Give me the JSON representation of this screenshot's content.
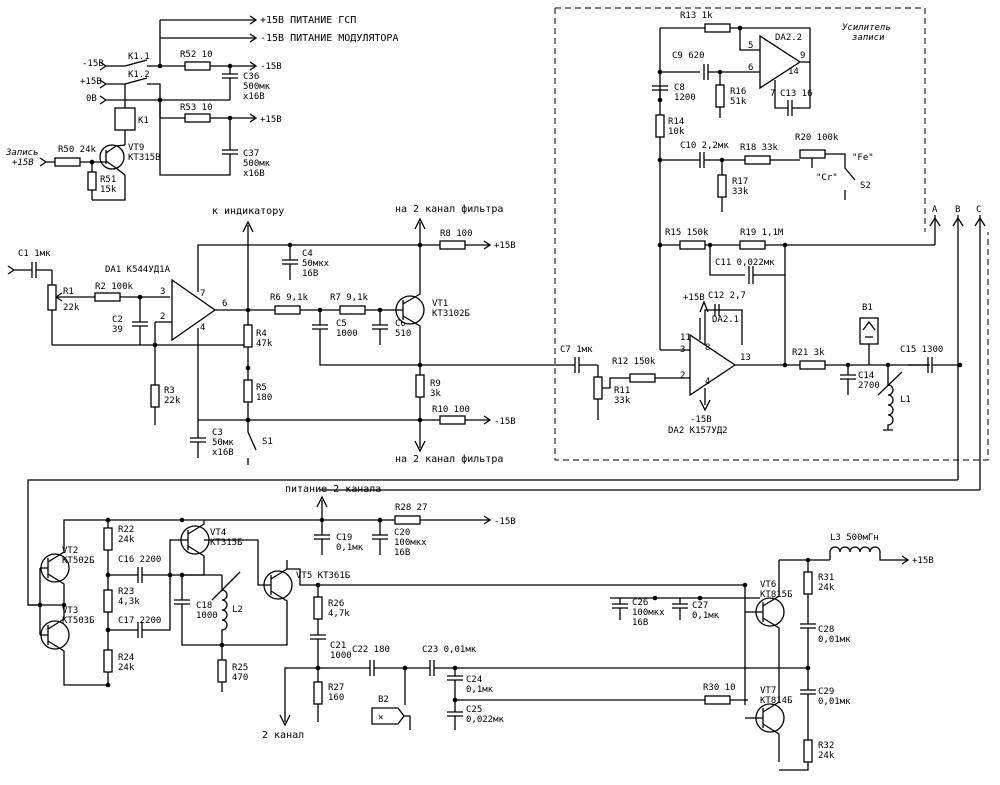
{
  "power": {
    "gsp": "+15В ПИТАНИЕ ГСП",
    "mod": "-15В ПИТАНИЕ МОДУЛЯТОРА",
    "m15a": "-15В",
    "p15a": "+15В",
    "zero": "0В",
    "m15out": "-15В",
    "p15out": "+15В",
    "zap1": "Запись",
    "zap2": "+15В"
  },
  "relay": {
    "k11": "К1.1",
    "k12": "К1.2",
    "k1": "К1"
  },
  "parts": {
    "R52": "R52 10",
    "R53": "R53 10",
    "C36": "С36",
    "C36v": "500мк",
    "C36u": "х16В",
    "C37": "С37",
    "C37v": "500мк",
    "C37u": "х16В",
    "R50": "R50 24k",
    "R51": "R51",
    "R51v": "15k",
    "VT9": "VT9",
    "VT9t": "КТ315В",
    "C1": "С1 1мк",
    "R1": "R1",
    "R1v": "22k",
    "R2": "R2 100k",
    "C2": "С2",
    "C2v": "39",
    "DA1": "DA1 К544УД1А",
    "R3": "R3",
    "R3v": "22k",
    "C3": "С3",
    "C3v": "50мк",
    "C3u": "х16В",
    "S1": "S1",
    "R4": "R4",
    "R4v": "47k",
    "R5": "R5",
    "R5v": "180",
    "R6": "R6 9,1k",
    "R7": "R7 9,1k",
    "C5": "С5",
    "C5v": "1000",
    "C6": "С6",
    "C6v": "510",
    "C4": "С4",
    "C4v": "50мкх",
    "C4u": "16В",
    "VT1": "VT1",
    "VT1t": "КТ3102Б",
    "R8": "R8 100",
    "R9": "R9",
    "R9v": "3k",
    "R10": "R10 100",
    "C7": "С7 1мк",
    "R12": "R12 150k",
    "R11": "R11",
    "R11v": "33k",
    "C12": "С12 2,7",
    "DA21": "DA2.1",
    "DA2": "DA2 К157УД2",
    "R15": "R15 150k",
    "R19": "R19 1,1М",
    "C11": "С11 0,022мк",
    "R21": "R21 3k",
    "C14": "С14",
    "C14v": "2700",
    "C15": "С15 1300",
    "B1": "В1",
    "L1": "L1",
    "R13": "R13 1k",
    "C9": "С9 620",
    "C8": "С8",
    "C8v": "1200",
    "R16": "R16",
    "R16v": "51k",
    "C13": "С13 16",
    "R14": "R14",
    "R14v": "10k",
    "C10": "С10 2,2мк",
    "R18": "R18 33k",
    "R20": "R20 100k",
    "R17": "R17",
    "R17v": "33k",
    "S2": "S2",
    "cr": "\"Cr\"",
    "fe": "\"Fe\"",
    "DA22": "DA2.2",
    "amp1": "Усилитель",
    "amp2": "записи",
    "VT2": "VT2",
    "VT2t": "КТ502Б",
    "VT3": "VT3",
    "VT3t": "КТ503Б",
    "R22": "R22",
    "R22v": "24k",
    "R23": "R23",
    "R23v": "4,3k",
    "R24": "R24",
    "R24v": "24k",
    "C16": "С16 2200",
    "C17": "С17 2200",
    "VT4": "VT4",
    "VT4t": "КТ315Б",
    "C18": "С18",
    "C18v": "1000",
    "L2": "L2",
    "R25": "R25",
    "R25v": "470",
    "VT5": "VT5 КТ361Б",
    "R26": "R26",
    "R26v": "4,7k",
    "C21": "С21",
    "C21v": "1000",
    "R27": "R27",
    "R27v": "160",
    "C22": "С22 180",
    "C23": "С23 0,01мк",
    "C24": "С24",
    "C24v": "0,1мк",
    "C25": "С25",
    "C25v": "0,022мк",
    "B2": "В2",
    "C19": "С19",
    "C19v": "0,1мк",
    "C20": "С20",
    "C20v": "100мкх",
    "C20u": "16В",
    "R28": "R28 27",
    "C26": "С26",
    "C26v": "100мкх",
    "C26u": "16В",
    "C27": "С27",
    "C27v": "0,1мк",
    "VT6": "VT6",
    "VT6t": "КТ815Б",
    "VT7": "VT7",
    "VT7t": "КТ814Б",
    "R30": "R30 10",
    "R31": "R31",
    "R31v": "24k",
    "R32": "R32",
    "R32v": "24k",
    "C28": "С28",
    "C28v": "0,01мк",
    "C29": "С29",
    "C29v": "0,01мк",
    "L3": "L3 500мГн"
  },
  "labels": {
    "ind": "к индикатору",
    "filt1": "на 2 канал фильтра",
    "filt2": "на 2 канал фильтра",
    "p15_r8": "+15В",
    "m15_r10": "-15В",
    "p15_da2": "+15В",
    "m15_da2": "-15В",
    "ch2pow": "питание 2 канала",
    "p15_r28": "-15В",
    "p15_l3": "+15В",
    "ch2": "2 канал",
    "A": "A",
    "B": "B",
    "C": "C",
    "pin7": "7",
    "pin6": "6",
    "pin3": "3",
    "pin2": "2",
    "pin4": "4",
    "pin5": "5",
    "pin9": "9",
    "pin6b": "6",
    "pin14": "14",
    "pin7b": "7",
    "pin11": "11",
    "pin3b": "3",
    "pin8": "8",
    "pin2b": "2",
    "pin13": "13",
    "pin4b": "4"
  }
}
